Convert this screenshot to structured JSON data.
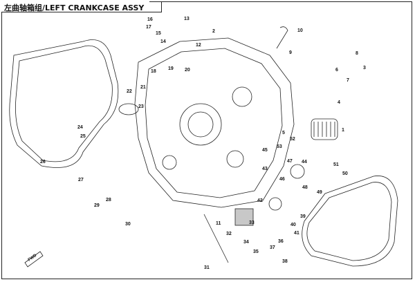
{
  "title": "左曲轴箱组/LEFT CRANKCASE ASSY",
  "fwd_label": "FWD",
  "callouts": [
    "1",
    "2",
    "3",
    "4",
    "5",
    "6",
    "7",
    "8",
    "9",
    "10",
    "11",
    "12",
    "13",
    "14",
    "15",
    "16",
    "17",
    "18",
    "19",
    "20",
    "21",
    "22",
    "23",
    "24",
    "25",
    "26",
    "27",
    "28",
    "29",
    "30",
    "31",
    "32",
    "33",
    "34",
    "35",
    "36",
    "37",
    "38",
    "39",
    "40",
    "41",
    "42",
    "43",
    "44",
    "45",
    "46",
    "47",
    "48",
    "49",
    "50",
    "51",
    "52",
    "53"
  ]
}
